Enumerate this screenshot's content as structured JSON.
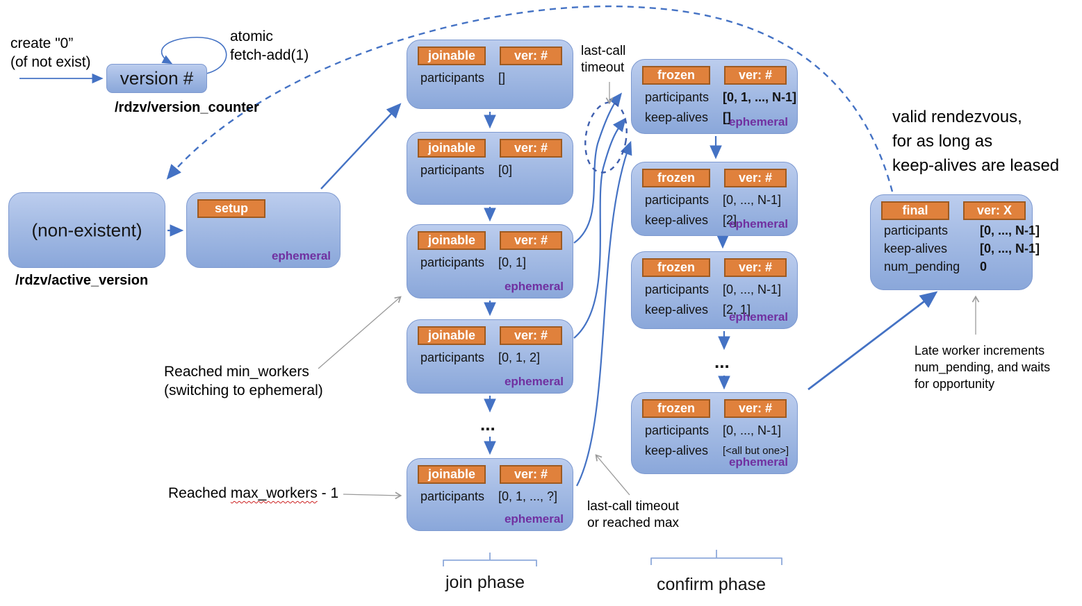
{
  "palette": {
    "accent_blue": "#4472C4",
    "tag_orange": "#E0813C",
    "ephemeral_purple": "#7030A0",
    "annotation_gray": "#9A9A9A"
  },
  "version_counter": {
    "create_line1": "create \"0”",
    "create_line2": "(of not exist)",
    "box_label": "version #",
    "loop_line1": "atomic",
    "loop_line2": "fetch-add(1)",
    "path_label": "/rdzv/version_counter"
  },
  "active_version": {
    "nonexistent_label": "(non-existent)",
    "path_label": "/rdzv/active_version"
  },
  "setup": {
    "tag": "setup",
    "ephemeral": "ephemeral"
  },
  "join_phase": {
    "label": "join phase",
    "dots": "...",
    "boxes": [
      {
        "tag": "joinable",
        "ver": "ver: #",
        "participants_label": "participants",
        "participants": "[]"
      },
      {
        "tag": "joinable",
        "ver": "ver: #",
        "participants_label": "participants",
        "participants": "[0]"
      },
      {
        "tag": "joinable",
        "ver": "ver: #",
        "participants_label": "participants",
        "participants": "[0, 1]",
        "ephemeral": "ephemeral"
      },
      {
        "tag": "joinable",
        "ver": "ver: #",
        "participants_label": "participants",
        "participants": "[0, 1, 2]",
        "ephemeral": "ephemeral"
      },
      {
        "tag": "joinable",
        "ver": "ver: #",
        "participants_label": "participants",
        "participants": "[0, 1, ..., ?]",
        "ephemeral": "ephemeral"
      }
    ]
  },
  "confirm_phase": {
    "label": "confirm phase",
    "dots": "...",
    "boxes": [
      {
        "tag": "frozen",
        "ver": "ver: #",
        "participants_label": "participants",
        "participants": "[0, 1, ..., N-1]",
        "keepalives_label": "keep-alives",
        "keepalives": "[]",
        "ephemeral": "ephemeral"
      },
      {
        "tag": "frozen",
        "ver": "ver: #",
        "participants_label": "participants",
        "participants": "[0, ..., N-1]",
        "keepalives_label": "keep-alives",
        "keepalives": "[2]",
        "ephemeral": "ephemeral"
      },
      {
        "tag": "frozen",
        "ver": "ver: #",
        "participants_label": "participants",
        "participants": "[0, ..., N-1]",
        "keepalives_label": "keep-alives",
        "keepalives": "[2, 1]",
        "ephemeral": "ephemeral"
      },
      {
        "tag": "frozen",
        "ver": "ver: #",
        "participants_label": "participants",
        "participants": "[0, ..., N-1]",
        "keepalives_label": "keep-alives",
        "keepalives": "[<all but one>]",
        "ephemeral": "ephemeral"
      }
    ]
  },
  "final_box": {
    "tag": "final",
    "ver": "ver: X",
    "participants_label": "participants",
    "participants": "[0, ..., N-1]",
    "keepalives_label": "keep-alives",
    "keepalives": "[0, ..., N-1]",
    "numpending_label": "num_pending",
    "numpending": "0"
  },
  "annotations": {
    "last_call_top_line1": "last-call",
    "last_call_top_line2": "timeout",
    "reached_min_line1": "Reached min_workers",
    "reached_min_line2": "(switching to ephemeral)",
    "reached_max_prefix": "Reached ",
    "reached_max_underlined": "max_workers",
    "reached_max_suffix": " - 1",
    "last_call_bottom_line1": "last-call timeout",
    "last_call_bottom_line2": "or reached max",
    "valid_line1": "valid rendezvous,",
    "valid_line2": "for as long as",
    "valid_line3": "keep-alives are leased",
    "late_worker_line1": "Late worker increments",
    "late_worker_line2": "num_pending, and waits",
    "late_worker_line3": "for opportunity"
  }
}
